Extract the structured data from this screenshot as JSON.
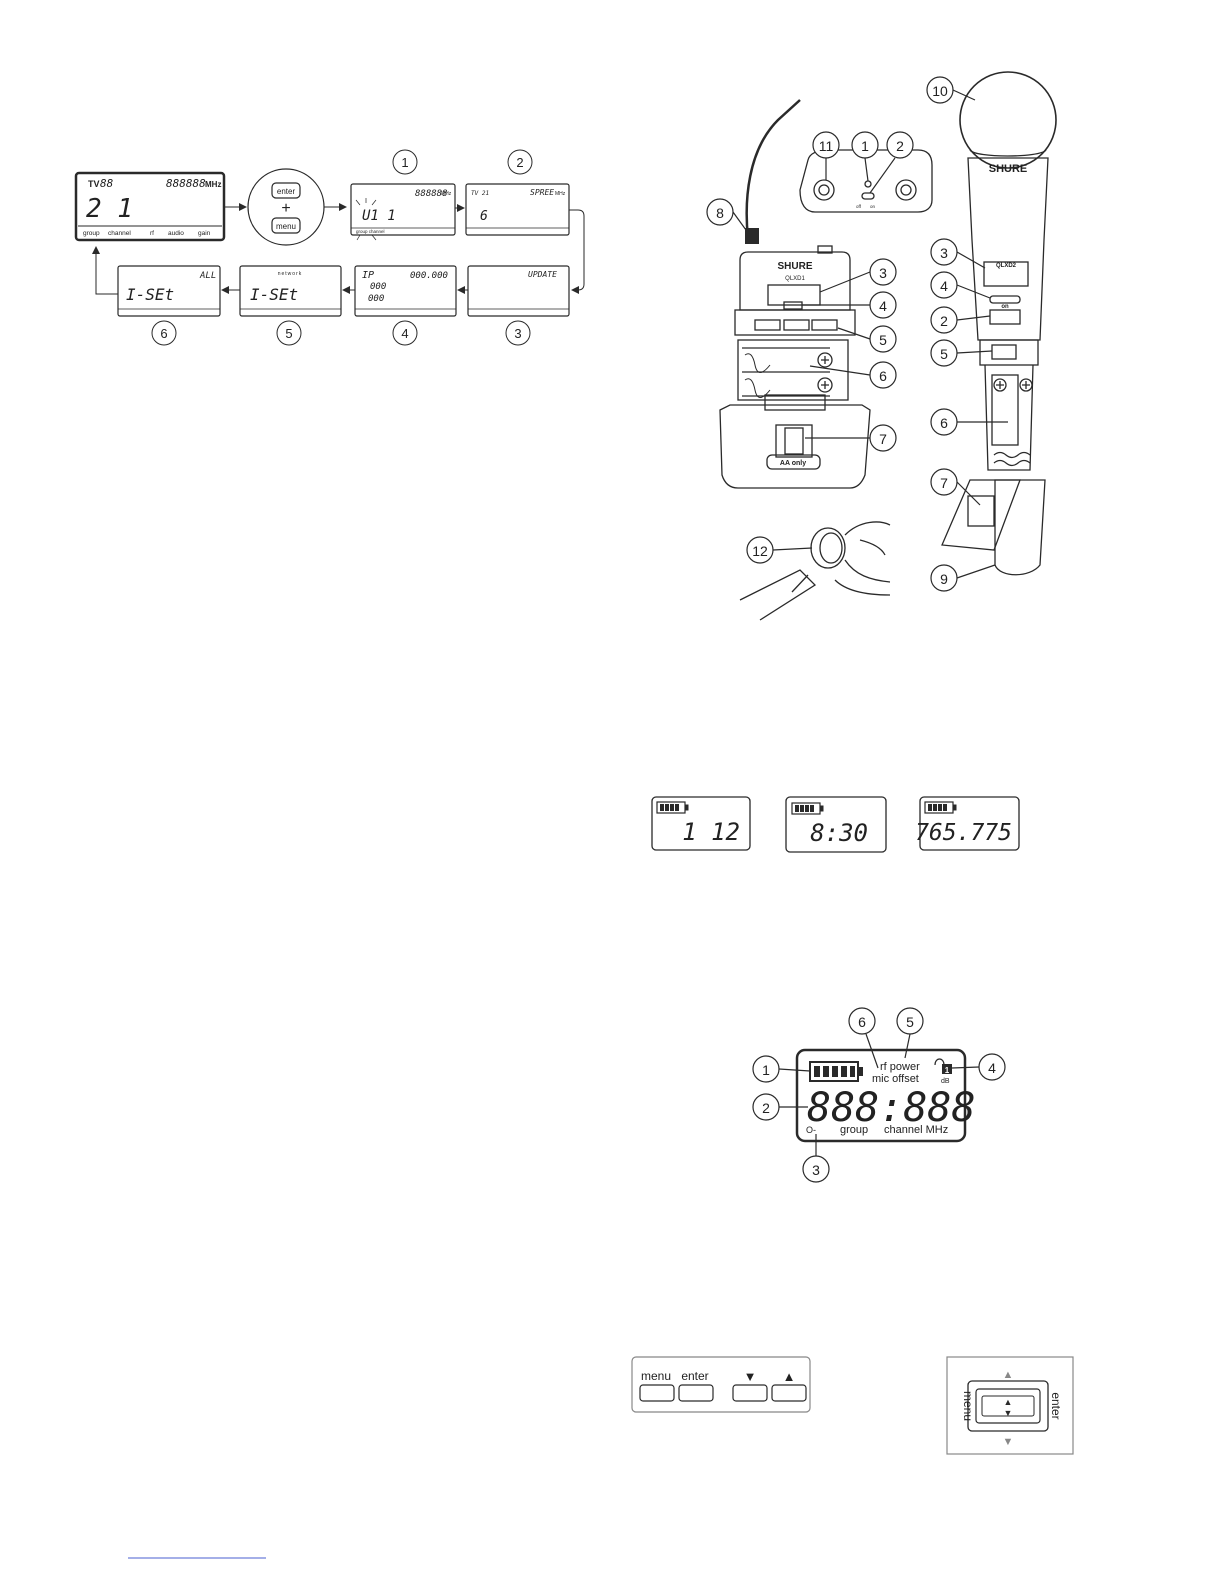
{
  "menu_flow": {
    "receiver_display": {
      "tv_label": "TV",
      "tv_digits": "88",
      "freq_digits": "888888",
      "mhz": "MHz",
      "main_digits": "2  1",
      "bottom_labels": [
        "group",
        "channel",
        "rf",
        "audio",
        "gain"
      ]
    },
    "buttons": {
      "enter": "enter",
      "plus": "+",
      "menu": "menu"
    },
    "step_numbers": [
      "1",
      "2",
      "3",
      "4",
      "5",
      "6"
    ],
    "screens": [
      {
        "top_right": "888888",
        "unit": "MHz",
        "main": "U1  1",
        "bottom": "group  channel"
      },
      {
        "top_left": "TV 21",
        "top_right": "SPREE",
        "unit": "MHz",
        "main": "6"
      },
      {
        "top_right": "UPDATE"
      },
      {
        "top_left": "IP",
        "top_right": "000.000",
        "line1": "000",
        "line2": "000"
      },
      {
        "top_center": "network",
        "main": "I-SEt"
      },
      {
        "top_right": "ALL",
        "main": "I-SEt"
      }
    ]
  },
  "devices": {
    "callouts_top": [
      "10",
      "11",
      "1",
      "2"
    ],
    "bodypack_callouts": [
      "8",
      "3",
      "4",
      "5",
      "6",
      "7"
    ],
    "handheld_callouts": [
      "3",
      "4",
      "2",
      "5",
      "6",
      "7",
      "9"
    ],
    "coin_callout": "12",
    "brand": "SHURE",
    "bodypack_model": "QLXD1",
    "handheld_model": "QLXD2",
    "aa_only": "AA only",
    "on_label": "on",
    "switch_labels": [
      "off",
      "on"
    ]
  },
  "battery_displays": [
    {
      "value": "1 12"
    },
    {
      "value": "8:30"
    },
    {
      "value": "765.775"
    }
  ],
  "lcd_legend": {
    "callouts": [
      "6",
      "5",
      "1",
      "4",
      "2",
      "3"
    ],
    "rf_power": "rf power",
    "mic_offset": "mic offset",
    "db": "dB",
    "badge": "1",
    "digits": "888:888",
    "group": "group",
    "channel_mhz": "channel MHz",
    "key_icon": "O-"
  },
  "bodypack_buttons": {
    "menu": "menu",
    "enter": "enter",
    "down": "▼",
    "up": "▲"
  },
  "handheld_buttons": {
    "menu": "menu",
    "enter": "enter",
    "up": "▲",
    "down": "▼"
  },
  "colors": {
    "line": "#2a2a2a",
    "link": "#4a5fd0"
  }
}
